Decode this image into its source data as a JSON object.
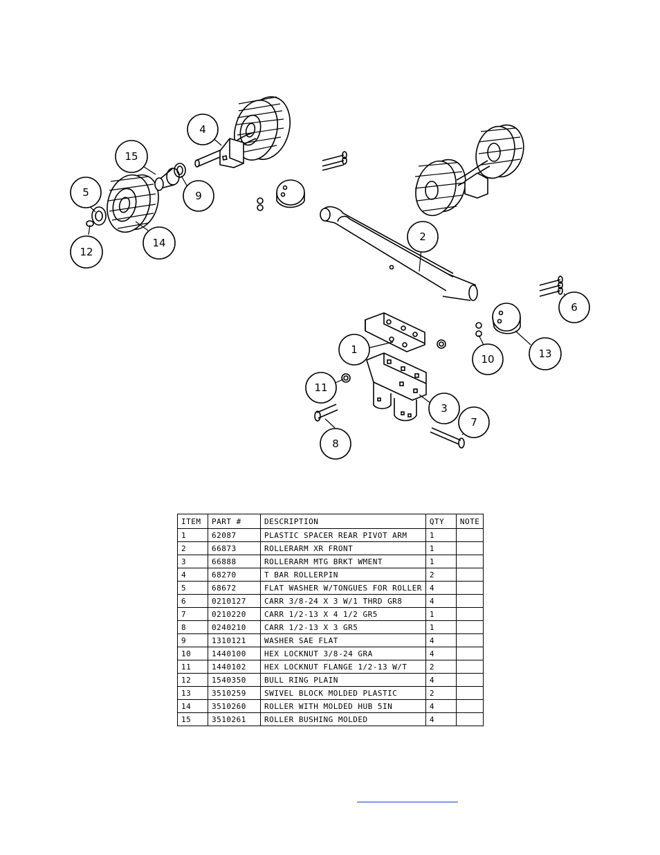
{
  "callouts": [
    "1",
    "2",
    "3",
    "4",
    "5",
    "6",
    "7",
    "8",
    "9",
    "10",
    "11",
    "12",
    "13",
    "14",
    "15"
  ],
  "bom": {
    "headers": {
      "item": "ITEM",
      "part": "PART #",
      "desc": "DESCRIPTION",
      "qty": "QTY",
      "note": "NOTE"
    },
    "rows": [
      {
        "item": "1",
        "part": "62087",
        "desc": "PLASTIC SPACER REAR PIVOT ARM",
        "qty": "1",
        "note": ""
      },
      {
        "item": "2",
        "part": "66873",
        "desc": "ROLLERARM XR FRONT",
        "qty": "1",
        "note": ""
      },
      {
        "item": "3",
        "part": "66888",
        "desc": "ROLLERARM MTG BRKT WMENT",
        "qty": "1",
        "note": ""
      },
      {
        "item": "4",
        "part": "68270",
        "desc": "T BAR ROLLERPIN",
        "qty": "2",
        "note": ""
      },
      {
        "item": "5",
        "part": "68672",
        "desc": "FLAT WASHER W/TONGUES FOR ROLLER",
        "qty": "4",
        "note": ""
      },
      {
        "item": "6",
        "part": "0210127",
        "desc": "CARR 3/8-24 X 3 W/1 THRD GR8",
        "qty": "4",
        "note": ""
      },
      {
        "item": "7",
        "part": "0210220",
        "desc": "CARR 1/2-13 X 4 1/2 GR5",
        "qty": "1",
        "note": ""
      },
      {
        "item": "8",
        "part": "0240210",
        "desc": "CARR 1/2-13 X 3 GR5",
        "qty": "1",
        "note": ""
      },
      {
        "item": "9",
        "part": "1310121",
        "desc": "WASHER SAE FLAT",
        "qty": "4",
        "note": ""
      },
      {
        "item": "10",
        "part": "1440100",
        "desc": "HEX LOCKNUT 3/8-24 GRA",
        "qty": "4",
        "note": ""
      },
      {
        "item": "11",
        "part": "1440102",
        "desc": "HEX LOCKNUT FLANGE 1/2-13 W/T",
        "qty": "2",
        "note": ""
      },
      {
        "item": "12",
        "part": "1540350",
        "desc": "BULL RING PLAIN",
        "qty": "4",
        "note": ""
      },
      {
        "item": "13",
        "part": "3510259",
        "desc": "SWIVEL BLOCK MOLDED PLASTIC",
        "qty": "2",
        "note": ""
      },
      {
        "item": "14",
        "part": "3510260",
        "desc": "ROLLER WITH MOLDED HUB 5IN",
        "qty": "4",
        "note": ""
      },
      {
        "item": "15",
        "part": "3510261",
        "desc": "ROLLER BUSHING MOLDED",
        "qty": "4",
        "note": ""
      }
    ]
  }
}
